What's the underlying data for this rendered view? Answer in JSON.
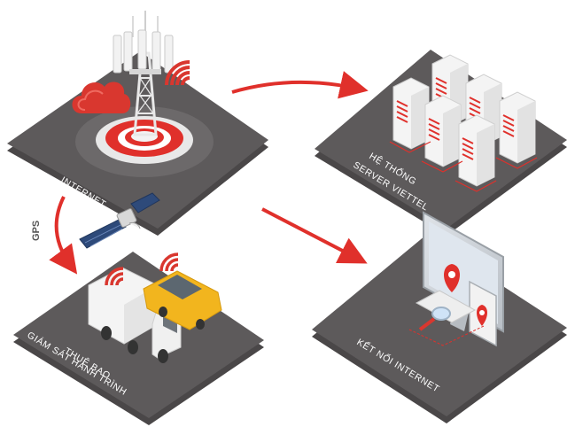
{
  "labels": {
    "internet": "INTERNET",
    "server_line1": "HỆ THỐNG",
    "server_line2": "SERVER VIETTEL",
    "gps": "GPS",
    "subscriber_line1": "THUÊ BAO",
    "subscriber_line2": "GIÁM SÁT HÀNH TRÌNH",
    "connect": "KẾT NỐI INTERNET"
  },
  "colors": {
    "platform": "#5d5a5b",
    "platform_edge": "#4a4748",
    "accent_red": "#e0302b",
    "signal_red": "#d9372f",
    "server_white": "#f4f4f4",
    "car_yellow": "#f2b51e"
  }
}
